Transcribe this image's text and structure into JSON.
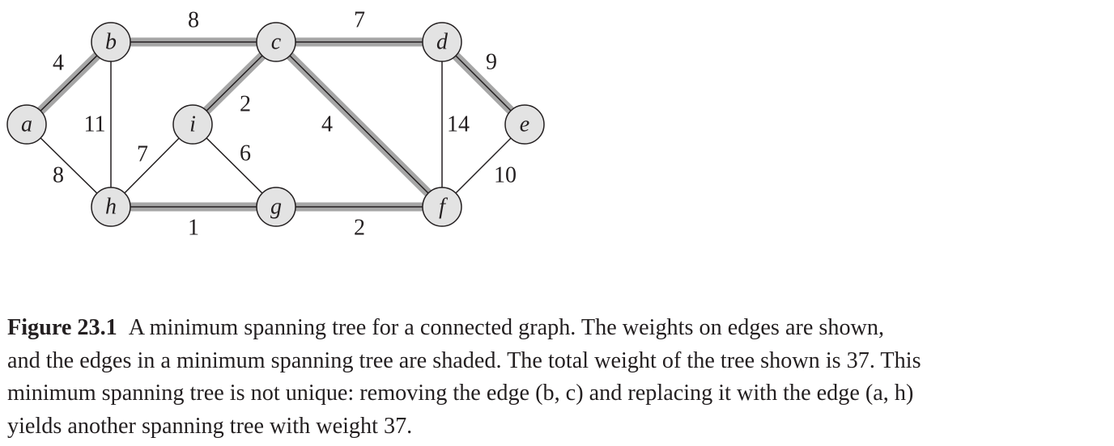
{
  "diagram": {
    "nodes": [
      {
        "id": "a",
        "label": "a"
      },
      {
        "id": "b",
        "label": "b"
      },
      {
        "id": "c",
        "label": "c"
      },
      {
        "id": "d",
        "label": "d"
      },
      {
        "id": "e",
        "label": "e"
      },
      {
        "id": "f",
        "label": "f"
      },
      {
        "id": "g",
        "label": "g"
      },
      {
        "id": "h",
        "label": "h"
      },
      {
        "id": "i",
        "label": "i"
      }
    ],
    "edges": [
      {
        "from": "a",
        "to": "b",
        "weight": "4",
        "in_tree": true
      },
      {
        "from": "b",
        "to": "c",
        "weight": "8",
        "in_tree": true
      },
      {
        "from": "c",
        "to": "d",
        "weight": "7",
        "in_tree": true
      },
      {
        "from": "d",
        "to": "e",
        "weight": "9",
        "in_tree": true
      },
      {
        "from": "a",
        "to": "h",
        "weight": "8",
        "in_tree": false
      },
      {
        "from": "b",
        "to": "h",
        "weight": "11",
        "in_tree": false
      },
      {
        "from": "c",
        "to": "i",
        "weight": "2",
        "in_tree": true
      },
      {
        "from": "c",
        "to": "f",
        "weight": "4",
        "in_tree": true
      },
      {
        "from": "d",
        "to": "f",
        "weight": "14",
        "in_tree": false
      },
      {
        "from": "e",
        "to": "f",
        "weight": "10",
        "in_tree": false
      },
      {
        "from": "h",
        "to": "i",
        "weight": "7",
        "in_tree": false
      },
      {
        "from": "i",
        "to": "g",
        "weight": "6",
        "in_tree": false
      },
      {
        "from": "h",
        "to": "g",
        "weight": "1",
        "in_tree": true
      },
      {
        "from": "g",
        "to": "f",
        "weight": "2",
        "in_tree": true
      }
    ]
  },
  "caption": {
    "figure_label": "Figure 23.1",
    "line1": "A minimum spanning tree for a connected graph.  The weights on edges are shown,",
    "line2": "and the edges in a minimum spanning tree are shaded. The total weight of the tree shown is 37. This",
    "line3": "minimum spanning tree is not unique: removing the edge (b, c) and replacing it with the edge (a, h)",
    "line4": "yields another spanning tree with weight 37."
  },
  "colors": {
    "node_fill": "#e3e3e3",
    "shade": "#a6a6a6",
    "ink": "#231f20"
  }
}
